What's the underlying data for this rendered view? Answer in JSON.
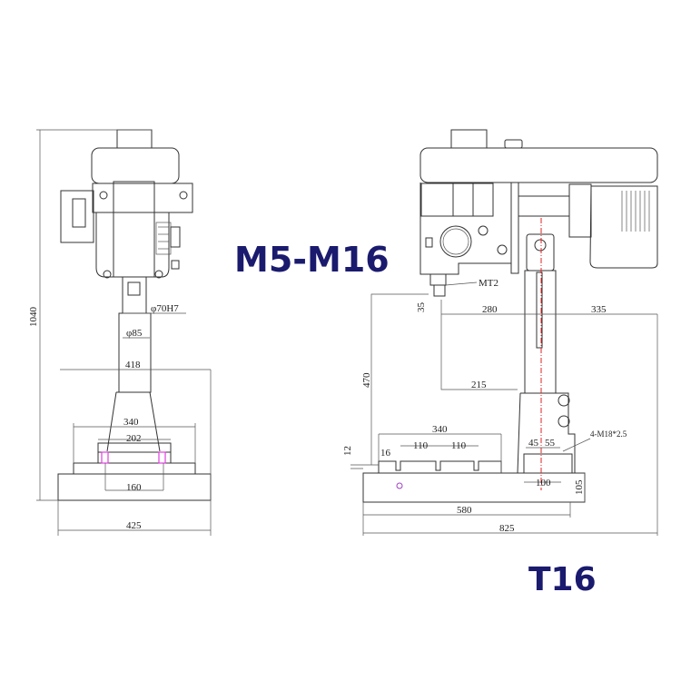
{
  "titles": {
    "model_range": "M5-M16",
    "model": "T16"
  },
  "front_view": {
    "dims": {
      "height": "1040",
      "spindle_bore": "φ70H7",
      "column_dia": "φ85",
      "reach": "418",
      "table_width": "340",
      "table_inner": "202",
      "slot_spacing": "160",
      "base_width": "425"
    }
  },
  "side_view": {
    "dims": {
      "taper": "MT2",
      "nose": "35",
      "spindle_to_column": "280",
      "column_to_back": "335",
      "stroke": "470",
      "throat": "215",
      "table_length": "340",
      "slot_offset": "16",
      "slot_pitch_1": "110",
      "slot_pitch_2": "110",
      "table_height": "12",
      "bolt_a": "45",
      "bolt_b": "55",
      "bolt_spacing": "100",
      "bolts": "4-M18*2.5",
      "base_height": "105",
      "base_length": "580",
      "overall_length": "825"
    }
  },
  "colors": {
    "title": "#1a1a6e",
    "centerline": "#e02020",
    "slot_marks": "#e040e0"
  }
}
